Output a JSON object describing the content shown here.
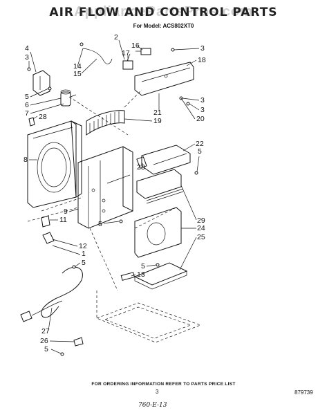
{
  "header": {
    "title": "AIR FLOW AND CONTROL PARTS",
    "watermark": "AppliancePartsPros.com",
    "model": "For Model: ACS802XT0"
  },
  "callouts": {
    "c2": "2",
    "c3a": "3",
    "c3b": "3",
    "c3c": "3",
    "c3d": "3",
    "c4": "4",
    "c5a": "5",
    "c5b": "5",
    "c5c": "5",
    "c5d": "5",
    "c5e": "5",
    "c5f": "5",
    "c6": "6",
    "c7": "7",
    "c8": "8",
    "c9": "9",
    "c11": "11",
    "c12": "12",
    "c1": "1",
    "c13": "13",
    "c14": "14",
    "c15": "15",
    "c16": "16",
    "c17": "17",
    "c18": "18",
    "c19": "19",
    "c20": "20",
    "c21": "21",
    "c22": "22",
    "c23": "23",
    "c24": "24",
    "c25": "25",
    "c26": "26",
    "c27": "27",
    "c28": "28",
    "c29": "29"
  },
  "footer": {
    "note": "FOR ORDERING INFORMATION REFER TO PARTS PRICE LIST",
    "page": "3",
    "figure": "879739",
    "handwritten": "760-E-13"
  }
}
